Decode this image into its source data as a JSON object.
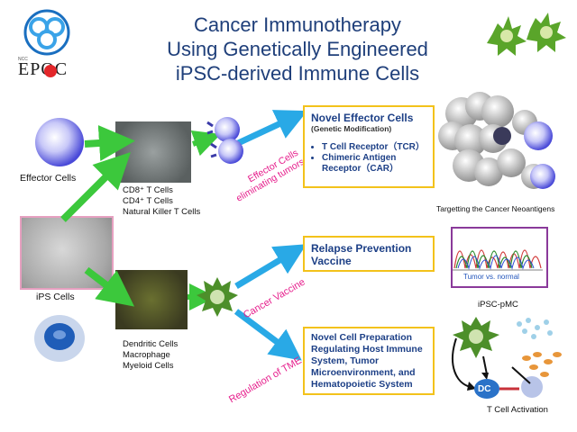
{
  "logo": {
    "small_text": "NCC",
    "word": "EPOC"
  },
  "title": {
    "line1": "Cancer Immunotherapy",
    "line2": "Using Genetically Engineered",
    "line3": "iPSC-derived Immune Cells"
  },
  "left": {
    "effector_cells": "Effector Cells",
    "ips_cells": "iPS Cells"
  },
  "middle": {
    "tcell_labels": [
      "CD8⁺ T Cells",
      "CD4⁺ T Cells",
      "Natural Killer T Cells"
    ],
    "dc_labels": [
      "Dendritic Cells",
      "Macrophage",
      "Myeloid Cells"
    ]
  },
  "arrows": {
    "effector": [
      "Effector Cells",
      "eliminating tumors"
    ],
    "vaccine": "Cancer Vaccine",
    "tme": "Regulation of TME"
  },
  "boxes": {
    "novel_effector": {
      "title": "Novel Effector Cells",
      "subtitle": "(Genetic Modification)",
      "items": [
        "T Cell Receptor（TCR）",
        "Chimeric Antigen Receptor（CAR）"
      ]
    },
    "relapse": {
      "line1": "Relapse Prevention",
      "line2": "Vaccine"
    },
    "novel_cell": {
      "lines": [
        "Novel Cell Preparation",
        "Regulating Host Immune",
        "System, Tumor",
        "Microenvironment, and",
        "Hematopoietic System"
      ]
    }
  },
  "right": {
    "neoantigen_caption": "Targetting the Cancer Neoantigens",
    "chromatogram_caption": "Tumor vs. normal",
    "ipsc_pmc": "iPSC-pMC",
    "dc": "DC",
    "tcell_activation": "T Cell Activation"
  },
  "colors": {
    "title": "#1f3f7a",
    "box_border": "#f3c21b",
    "box_text": "#1c3f86",
    "pink": "#e61e8c",
    "arrow_green": "#3cc83c",
    "arrow_blue": "#29a9e6"
  }
}
